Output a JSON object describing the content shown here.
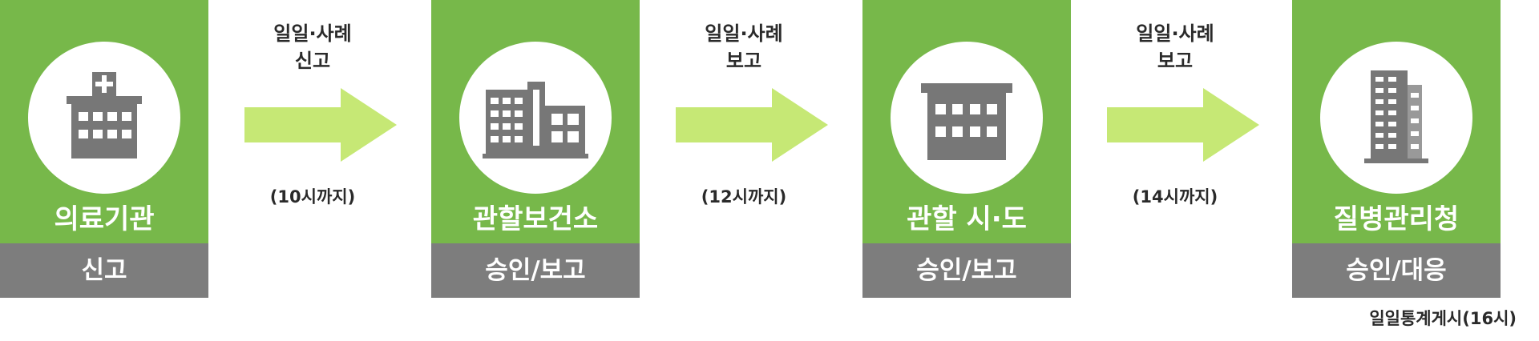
{
  "colors": {
    "stage_green": "#77b84a",
    "action_gray": "#7d7d7d",
    "arrow_green": "#c6e875",
    "icon_gray": "#777777"
  },
  "stages": [
    {
      "icon": "hospital-icon",
      "name": "의료기관",
      "action": "신고"
    },
    {
      "icon": "health-center-icon",
      "name": "관할보건소",
      "action": "승인/보고"
    },
    {
      "icon": "city-hall-icon",
      "name": "관할 시·도",
      "action": "승인/보고"
    },
    {
      "icon": "office-tower-icon",
      "name": "질병관리청",
      "action": "승인/대응"
    }
  ],
  "connectors": [
    {
      "label_line1": "일일·사례",
      "label_line2": "신고",
      "deadline": "(10시까지)"
    },
    {
      "label_line1": "일일·사례",
      "label_line2": "보고",
      "deadline": "(12시까지)"
    },
    {
      "label_line1": "일일·사례",
      "label_line2": "보고",
      "deadline": "(14시까지)"
    }
  ],
  "footnote": "일일통계게시(16시)"
}
